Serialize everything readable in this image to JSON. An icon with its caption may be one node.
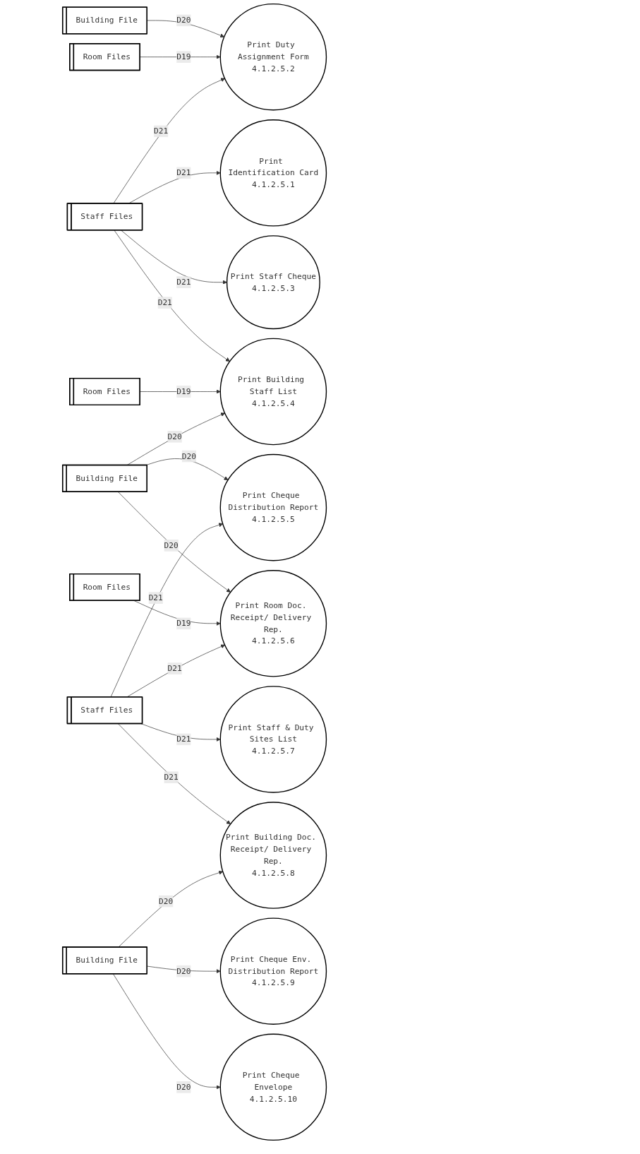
{
  "diagram": {
    "nodes": [
      {
        "text": [
          "Building File"
        ]
      },
      {
        "text": [
          "Print Identification Card",
          "4.1.2.5.1"
        ]
      },
      {
        "text": [
          "Room Files"
        ]
      },
      {
        "text": [
          "Print Duty Assignment Form",
          "4.1.2.5.2"
        ]
      },
      {
        "text": [
          "Staff Files"
        ]
      },
      {
        "text": [
          "Print Staff Cheque",
          "4.1.2.5.3"
        ]
      },
      {
        "text": [
          "Room Files"
        ]
      },
      {
        "text": [
          "Print Building Staff List",
          "4.1.2.5.4"
        ]
      },
      {
        "text": [
          "Building File"
        ]
      },
      {
        "text": [
          "Print Cheque Distribution Report",
          "4.1.2.5.5"
        ]
      },
      {
        "text": [
          "Room Files"
        ]
      },
      {
        "text": [
          "Print Room Doc. Receipt/ Delivery Rep.",
          "4.1.2.5.6"
        ]
      },
      {
        "text": [
          "Staff Files"
        ]
      },
      {
        "text": [
          "Print Staff & Duty Sites List",
          "4.1.2.5.7"
        ]
      },
      {
        "text": [
          "Print Building Doc. Receipt/ Delivery Rep.",
          "4.1.2.5.8"
        ]
      },
      {
        "text": [
          "Building File"
        ]
      },
      {
        "text": [
          "Print Cheque Env. Distribution Report",
          "4.1.2.5.9"
        ]
      },
      {
        "text": [
          "Print Cheque Envelope",
          "4.1.2.5.10"
        ]
      }
    ],
    "edges": [
      {
        "from": 0,
        "to": 3,
        "arrow": "to",
        "label": "D20"
      },
      {
        "from": 2,
        "to": 3,
        "arrow": "to",
        "label": "D19"
      },
      {
        "from": 4,
        "to": 1,
        "arrow": "to",
        "label": "D21"
      },
      {
        "from": 4,
        "to": 3,
        "arrow": "to",
        "label": "D21"
      },
      {
        "from": 4,
        "to": 5,
        "arrow": "to",
        "label": "D21"
      },
      {
        "from": 4,
        "to": 7,
        "arrow": "to",
        "label": "D21"
      },
      {
        "from": 6,
        "to": 7,
        "arrow": "to",
        "label": "D19"
      },
      {
        "from": 8,
        "to": 7,
        "arrow": "to",
        "label": "D20"
      },
      {
        "from": 8,
        "to": 9,
        "arrow": "to",
        "label": "D20"
      },
      {
        "from": 8,
        "to": 11,
        "arrow": "to",
        "label": "D20"
      },
      {
        "from": 10,
        "to": 11,
        "arrow": "to",
        "label": "D19"
      },
      {
        "from": 12,
        "to": 9,
        "arrow": "to",
        "label": "D21"
      },
      {
        "from": 12,
        "to": 11,
        "arrow": "to",
        "label": "D21"
      },
      {
        "from": 12,
        "to": 13,
        "arrow": "to",
        "label": "D21"
      },
      {
        "from": 12,
        "to": 14,
        "arrow": "to",
        "label": "D21"
      },
      {
        "from": 15,
        "to": 14,
        "arrow": "to",
        "label": "D20"
      },
      {
        "from": 15,
        "to": 16,
        "arrow": "to",
        "label": "D20"
      },
      {
        "from": 15,
        "to": 17,
        "arrow": "to",
        "label": "D20"
      }
    ]
  }
}
